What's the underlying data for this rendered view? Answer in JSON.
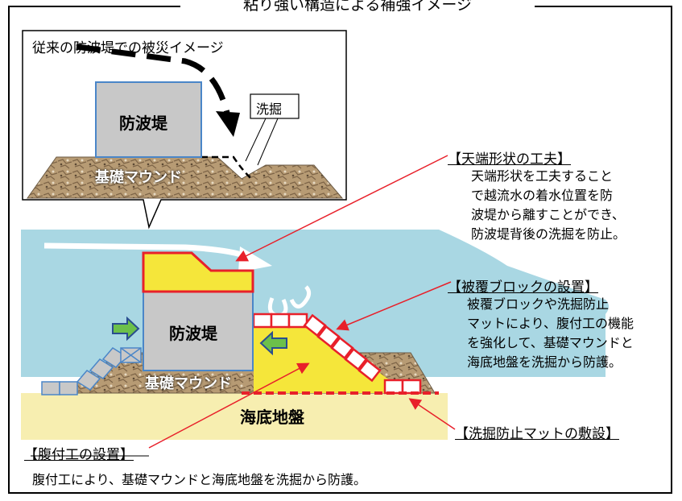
{
  "title": "粘り強い構造による補強イメージ",
  "inset": {
    "caption": "従来の防波堤での被災イメージ",
    "breakwater_label": "防波堤",
    "scour_label": "洗掘",
    "mound_label": "基礎マウンド"
  },
  "main": {
    "breakwater_label": "防波堤",
    "mound_label": "基礎マウンド",
    "seabed_label": "海底地盤"
  },
  "annotations": [
    {
      "heading": "【天端形状の工夫】",
      "body": "天端形状を工夫すること\nで越流水の着水位置を防\n波堤から離すことができ、\n防波堤背後の洗掘を防止。"
    },
    {
      "heading": "【被覆ブロックの設置】",
      "body": "被覆ブロックや洗掘防止\nマットにより、腹付工の機能\nを強化して、基礎マウンドと\n海底地盤を洗掘から防護。"
    },
    {
      "heading": "【洗掘防止マットの敷設】",
      "body": ""
    },
    {
      "heading": "【腹付工の設置】",
      "body": "腹付工により、基礎マウンドと海底地盤を洗掘から防護。"
    }
  ],
  "colors": {
    "sea": "#a9d7e3",
    "seabed": "#f7eeb0",
    "mound": "#b79b74",
    "breakwater": "#c8c8c8",
    "breakwater_border": "#4a86c8",
    "crown": "#f5e63a",
    "red": "#e8202a",
    "arrow": "#6cc04a"
  }
}
